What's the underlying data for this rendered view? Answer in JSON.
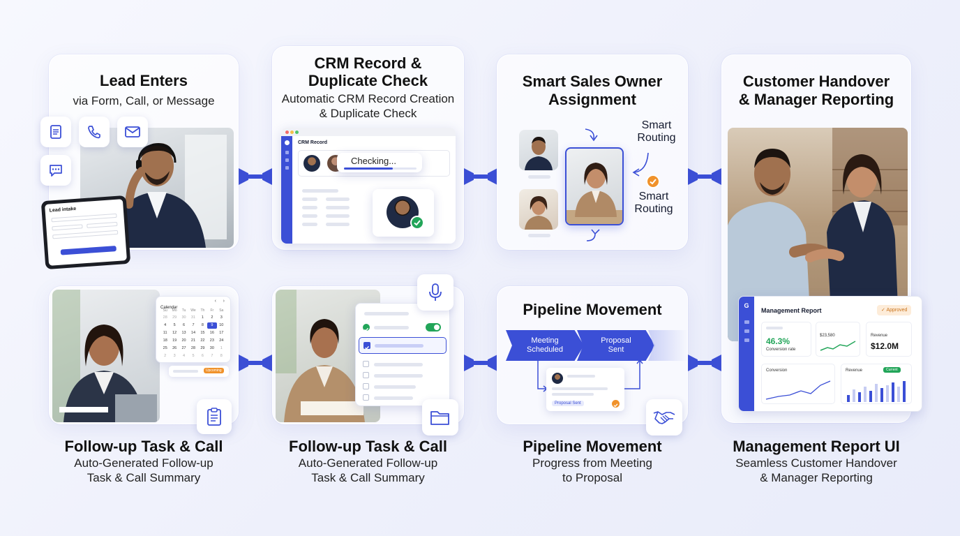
{
  "steps": {
    "lead": {
      "title": "Lead Enters",
      "subtitle": "via Form, Call, or Message",
      "form_title": "Lead intake"
    },
    "crm": {
      "title_line1": "CRM Record &",
      "title_line2": "Duplicate Check",
      "subtitle_line1": "Automatic CRM Record Creation",
      "subtitle_line2": "& Duplicate Check",
      "window_title": "CRM Record",
      "checking_label": "Checking..."
    },
    "assign": {
      "title_line1": "Smart Sales Owner",
      "title_line2": "Assignment",
      "route1_line1": "Smart",
      "route1_line2": "Routing",
      "route2_line1": "Smart",
      "route2_line2": "Routing"
    },
    "handover": {
      "title_line1": "Customer Handover",
      "title_line2": "& Manager Reporting"
    },
    "report": {
      "window_title": "Management Report",
      "badge": "Approved",
      "kpi1_value": "46.3%",
      "kpi1_label": "Conversion rate",
      "kpi2_value": "$23,580",
      "kpi3_label": "Revenue",
      "kpi3_value": "$12.0M",
      "chart1_label": "Conversion",
      "chart2_label": "Revenue",
      "chart2_badge": "Current"
    },
    "pipeline": {
      "title": "Pipeline Movement",
      "stage1_line1": "Meeting",
      "stage1_line2": "Scheduled",
      "stage2_line1": "Proposal",
      "stage2_line2": "Sent",
      "deal_tag": "Proposal Sent"
    },
    "calendar": {
      "title": "Calendar",
      "status_tag": "Upcoming",
      "days": [
        "Su",
        "Mo",
        "Tu",
        "We",
        "Th",
        "Fr",
        "Sa"
      ],
      "rows": [
        [
          "28",
          "29",
          "30",
          "31",
          "1",
          "2",
          "3"
        ],
        [
          "4",
          "5",
          "6",
          "7",
          "8",
          "9",
          "10"
        ],
        [
          "11",
          "12",
          "13",
          "14",
          "15",
          "16",
          "17"
        ],
        [
          "18",
          "19",
          "20",
          "21",
          "22",
          "23",
          "24"
        ],
        [
          "25",
          "26",
          "27",
          "28",
          "29",
          "30",
          "1"
        ],
        [
          "2",
          "3",
          "4",
          "5",
          "6",
          "7",
          "8"
        ]
      ],
      "selected": "9"
    }
  },
  "captions": [
    {
      "title": "Follow-up Task & Call",
      "line1": "Auto-Generated Follow-up",
      "line2": "Task & Call Summary"
    },
    {
      "title": "Follow-up Task & Call",
      "line1": "Auto-Generated Follow-up",
      "line2": "Task & Call Summary"
    },
    {
      "title": "Pipeline Movement",
      "line1": "Progress from Meeting",
      "line2": "to Proposal"
    },
    {
      "title": "Management Report UI",
      "line1": "Seamless Customer Handover",
      "line2": "& Manager Reporting"
    }
  ],
  "colors": {
    "accent": "#3b4fd6",
    "success": "#22a559",
    "warning": "#f0922b"
  }
}
